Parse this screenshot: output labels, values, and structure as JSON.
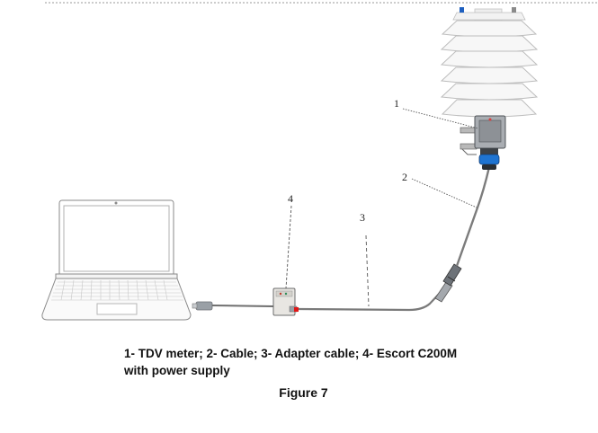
{
  "callouts": [
    {
      "id": "1",
      "text": "1"
    },
    {
      "id": "2",
      "text": "2"
    },
    {
      "id": "3",
      "text": "3"
    },
    {
      "id": "4",
      "text": "4"
    }
  ],
  "caption": {
    "line1": "1- TDV meter; 2- Cable; 3- Adapter cable; 4- Escort C200M",
    "line2": "with power supply"
  },
  "figure_label": "Figure 7"
}
